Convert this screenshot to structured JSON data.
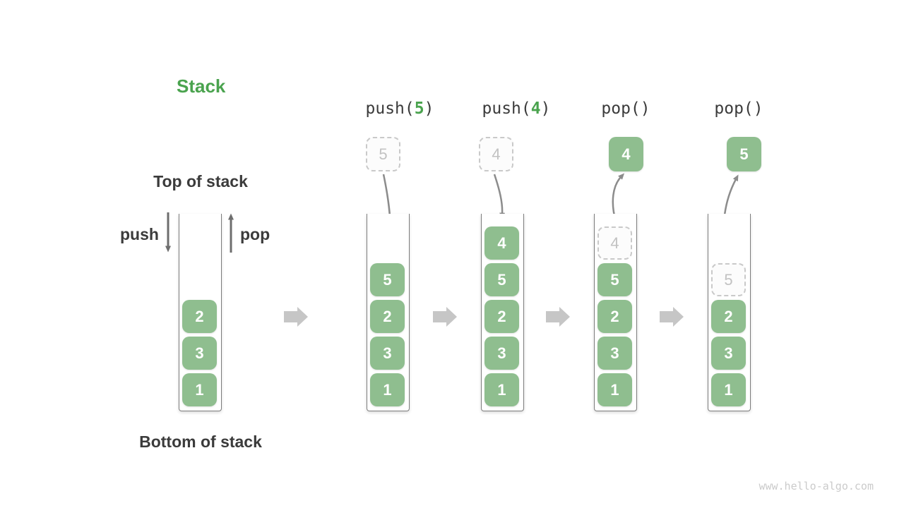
{
  "title": {
    "text": "Stack"
  },
  "labels": {
    "top_of_stack": "Top of stack",
    "bottom_of_stack": "Bottom of stack",
    "push": "push",
    "pop": "pop"
  },
  "operations": [
    {
      "id": "push-5",
      "pre": "push(",
      "arg": "5",
      "post": ")"
    },
    {
      "id": "push-4",
      "pre": "push(",
      "arg": "4",
      "post": ")"
    },
    {
      "id": "pop-first",
      "pre": "pop()",
      "arg": "",
      "post": ""
    },
    {
      "id": "pop-second",
      "pre": "pop()",
      "arg": "",
      "post": ""
    }
  ],
  "floating_boxes": [
    {
      "value": "5",
      "style": "ghost"
    },
    {
      "value": "4",
      "style": "ghost"
    },
    {
      "value": "4",
      "style": "solid"
    },
    {
      "value": "5",
      "style": "solid"
    }
  ],
  "stacks": [
    {
      "id": "initial",
      "cells": [
        {
          "value": "2"
        },
        {
          "value": "3"
        },
        {
          "value": "1"
        }
      ]
    },
    {
      "id": "after-push-5",
      "cells": [
        {
          "value": "5"
        },
        {
          "value": "2"
        },
        {
          "value": "3"
        },
        {
          "value": "1"
        }
      ]
    },
    {
      "id": "after-push-4",
      "cells": [
        {
          "value": "4"
        },
        {
          "value": "5"
        },
        {
          "value": "2"
        },
        {
          "value": "3"
        },
        {
          "value": "1"
        }
      ]
    },
    {
      "id": "during-pop-4",
      "cells": [
        {
          "value": "4",
          "ghost": true
        },
        {
          "value": "5"
        },
        {
          "value": "2"
        },
        {
          "value": "3"
        },
        {
          "value": "1"
        }
      ]
    },
    {
      "id": "during-pop-5",
      "cells": [
        {
          "value": "5",
          "ghost": true
        },
        {
          "value": "2"
        },
        {
          "value": "3"
        },
        {
          "value": "1"
        }
      ]
    }
  ],
  "watermark": "www.hello-algo.com",
  "colors": {
    "accent_green": "#4AA34E",
    "cell_green": "#8FBE8F",
    "cell_text": "#FFFFFF",
    "ghost_gray": "#C2C2C2",
    "dark_text": "#3B3B3B",
    "motion_arrow_gray": "#8C8C8C",
    "push_pop_arrow_gray": "#6E6E6E",
    "block_arrow_gray": "#C6C6C6"
  }
}
